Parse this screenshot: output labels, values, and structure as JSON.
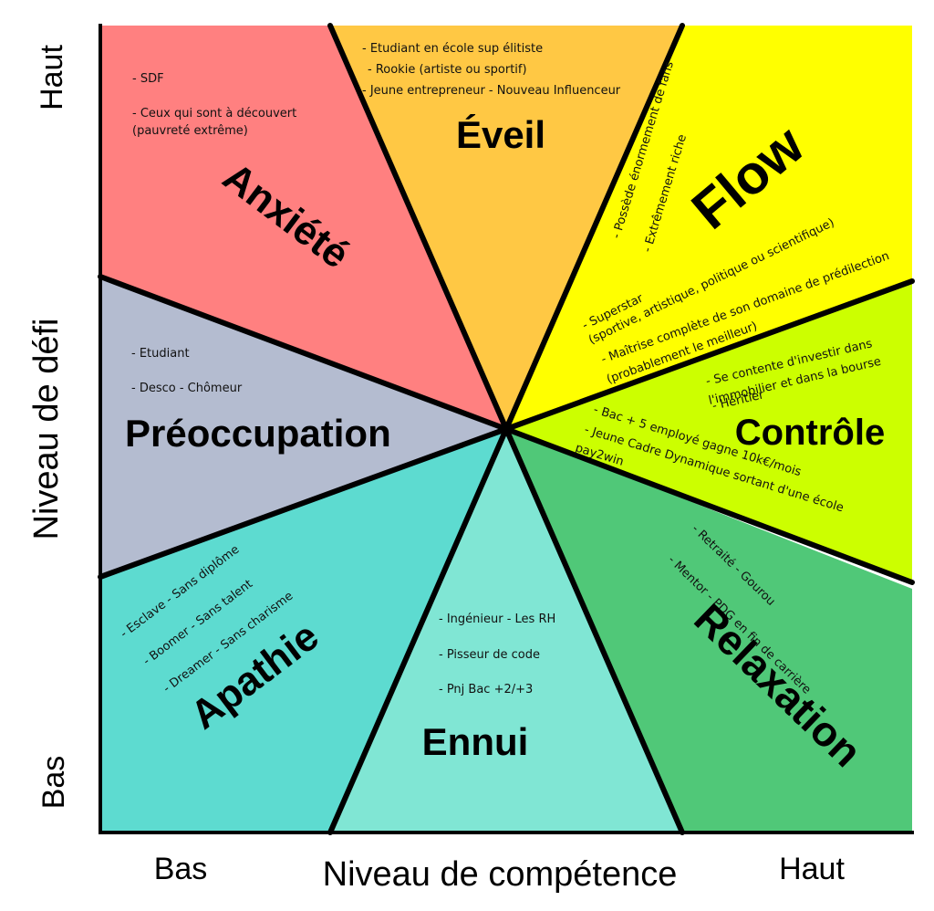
{
  "colors": {
    "anxiete": "#ff8080",
    "eveil": "#ffc844",
    "flow": "#ffff00",
    "controle": "#ccff00",
    "relaxation": "#50c878",
    "ennui": "#80e6d4",
    "apathie": "#5ddbd0",
    "preoccupation": "#b4bcd0"
  },
  "axes": {
    "y_title": "Niveau de défi",
    "y_high": "Haut",
    "y_low": "Bas",
    "x_title": "Niveau de compétence",
    "x_low": "Bas",
    "x_high": "Haut"
  },
  "sectors": {
    "anxiete": {
      "title": "Anxiété",
      "notes": [
        "- SDF",
        "- Ceux qui sont à découvert",
        "(pauvreté extrême)"
      ]
    },
    "eveil": {
      "title": "Éveil",
      "notes": [
        "- Etudiant en école sup élitiste",
        "- Rookie (artiste ou sportif)",
        "- Jeune entrepreneur - Nouveau Influenceur"
      ]
    },
    "flow": {
      "title": "Flow",
      "notes_top": [
        "- Possède énormement de fans",
        "- Extrêmement riche"
      ],
      "notes_bottom": [
        "- Superstar",
        "(sportive, artistique, politique ou scientifique)",
        "- Maîtrise complète de son domaine de prédilection",
        "(probablement le meilleur)"
      ]
    },
    "controle": {
      "title": "Contrôle",
      "notes_top": [
        "- Se contente d'investir dans",
        "l'immobilier et dans la bourse",
        "- Héritier"
      ],
      "notes_bottom": [
        "- Bac + 5 employé gagne 10k€/mois",
        "- Jeune Cadre Dynamique sortant d'une école",
        "pay2win"
      ]
    },
    "preoccupation": {
      "title": "Préoccupation",
      "notes": [
        "- Etudiant",
        "- Desco - Chômeur"
      ]
    },
    "apathie": {
      "title": "Apathie",
      "notes": [
        "- Esclave - Sans diplôme",
        "- Boomer - Sans talent",
        "- Dreamer - Sans charisme"
      ]
    },
    "ennui": {
      "title": "Ennui",
      "notes": [
        "- Ingénieur - Les RH",
        "- Pisseur de code",
        "- Pnj Bac +2/+3"
      ]
    },
    "relaxation": {
      "title": "Relaxation",
      "notes": [
        "- Retraité - Gourou",
        "- Mentor - PDG en fin de carrière"
      ]
    }
  }
}
